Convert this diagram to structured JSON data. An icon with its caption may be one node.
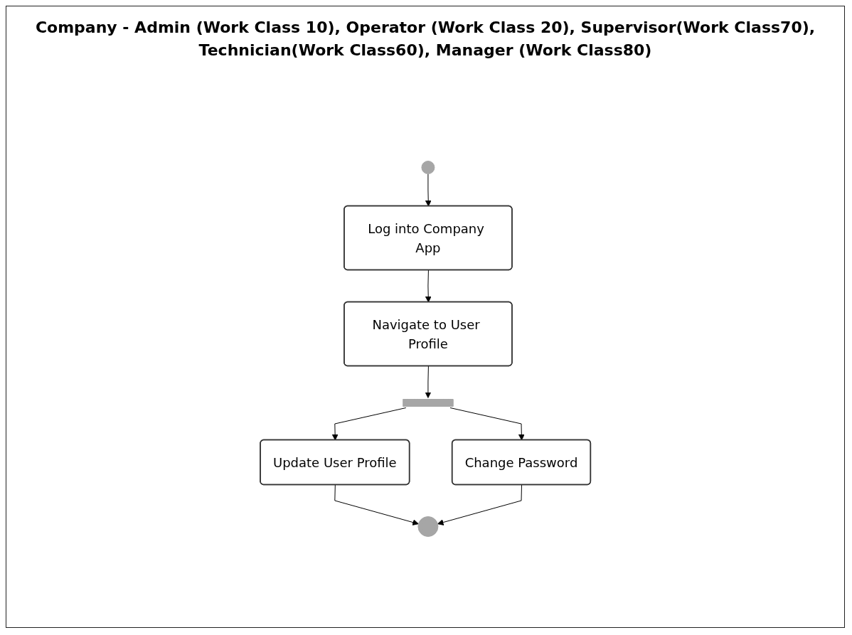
{
  "diagram": {
    "title": "Company - Admin (Work Class 10), Operator (Work Class 20), Supervisor(Work Class70), Technician(Work Class60), Manager (Work Class80)",
    "nodes": [
      {
        "text": [],
        "shape": "circle"
      },
      {
        "text": [
          "Log into Company App"
        ]
      },
      {
        "text": [
          "Navigate to User Profile"
        ]
      },
      {
        "text": [],
        "shape": "bar"
      },
      {
        "text": [
          "Update User Profile"
        ]
      },
      {
        "text": [
          "Change Password"
        ]
      },
      {
        "text": [],
        "shape": "circle"
      }
    ],
    "edges": [
      {
        "from": 0,
        "to": 1,
        "arrow": "to"
      },
      {
        "from": 1,
        "to": 2,
        "arrow": "to"
      },
      {
        "from": 2,
        "to": 3,
        "arrow": "to"
      },
      {
        "from": 3,
        "to": 4,
        "arrow": "to"
      },
      {
        "from": 3,
        "to": 5,
        "arrow": "to"
      },
      {
        "from": 4,
        "to": 6,
        "arrow": "to"
      },
      {
        "from": 5,
        "to": 6,
        "arrow": "to"
      }
    ]
  }
}
